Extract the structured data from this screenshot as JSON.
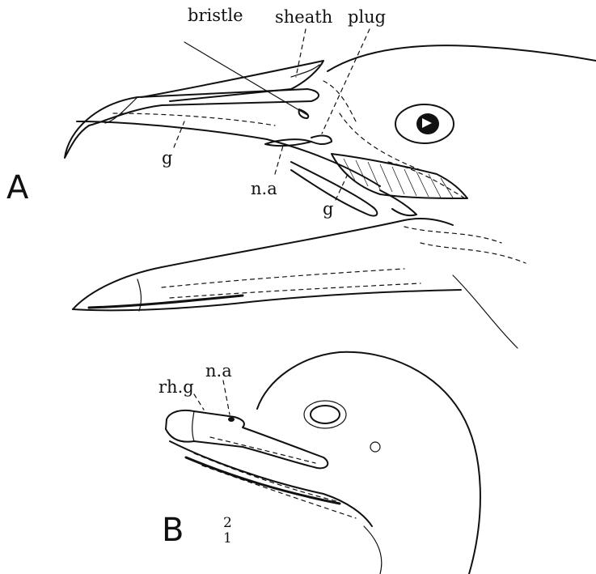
{
  "figure": {
    "panel_a": {
      "letter": "A",
      "labels": {
        "bristle": "bristle",
        "sheath": "sheath",
        "plug": "plug",
        "na": "n.a",
        "g_left": "g",
        "g_right": "g"
      }
    },
    "panel_b": {
      "letter": "B",
      "labels": {
        "na": "n.a",
        "rhg": "rh.g"
      },
      "scale_num": "2",
      "scale_den": "1"
    }
  }
}
